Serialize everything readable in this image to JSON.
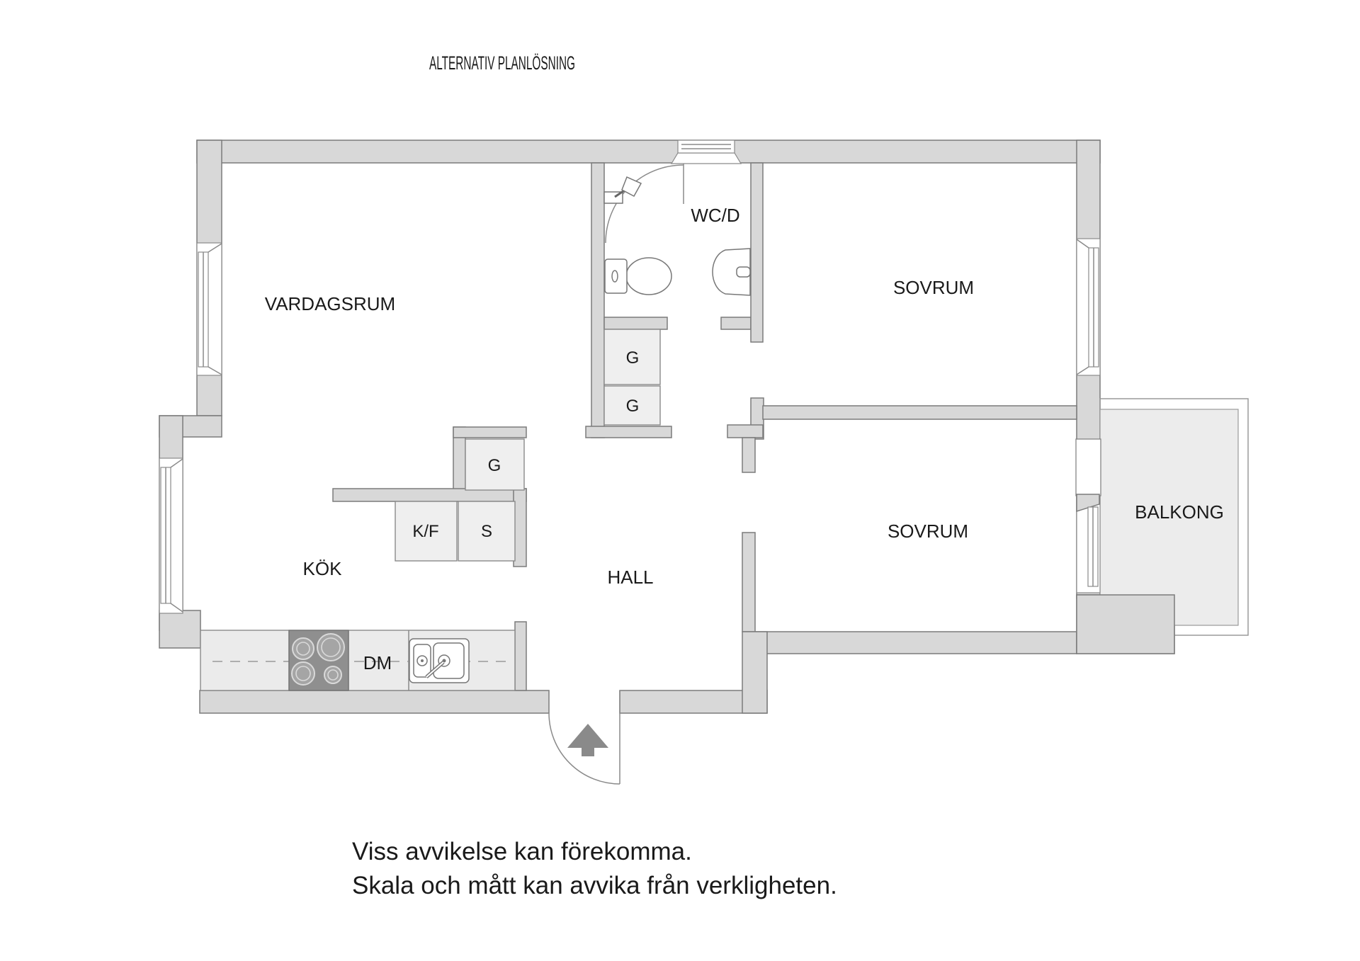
{
  "title": "ALTERNATIV PLANLÖSNING",
  "rooms": [
    {
      "id": "vardagsrum",
      "label": "VARDAGSRUM"
    },
    {
      "id": "wcd",
      "label": "WC/D"
    },
    {
      "id": "sovrum-1",
      "label": "SOVRUM"
    },
    {
      "id": "sovrum-2",
      "label": "SOVRUM"
    },
    {
      "id": "kok",
      "label": "KÖK"
    },
    {
      "id": "hall",
      "label": "HALL"
    },
    {
      "id": "balkong",
      "label": "BALKONG"
    }
  ],
  "fixtures": {
    "wardrobe_1": "G",
    "wardrobe_2": "G",
    "kitchen_cabinet": "G",
    "fridge_freezer": "K/F",
    "pantry": "S",
    "dishwasher": "DM"
  },
  "disclaimer": {
    "line1": "Viss avvikelse kan förekomma.",
    "line2": "Skala och mått kan avvika från verkligheten."
  },
  "colors": {
    "wall_fill": "#d8d8d8",
    "wall_stroke": "#7b7b7b",
    "cabinet_fill": "#efefef",
    "counter_fill": "#ebebeb",
    "stove_fill": "#8f8f8f",
    "balcony_floor": "#ececec",
    "entry_arrow": "#8a8a8a",
    "text": "#1a1a1a"
  }
}
